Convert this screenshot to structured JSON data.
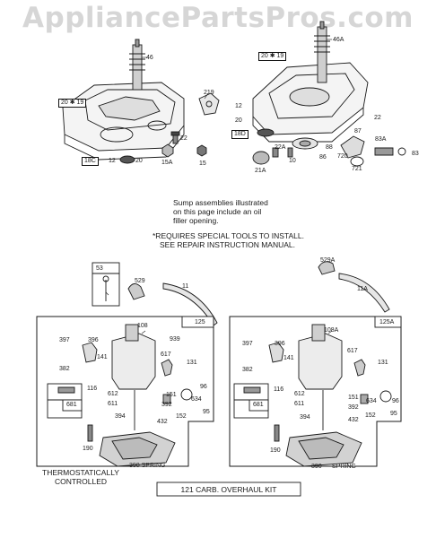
{
  "watermark": "AppliancePartsPros.com",
  "notes": {
    "sump_lines": [
      "Sump assemblies illustrated",
      "on this page include an oil",
      "filler opening."
    ],
    "requires_lines": [
      "*REQUIRES SPECIAL TOOLS TO INSTALL.",
      "SEE REPAIR INSTRUCTION MANUAL."
    ],
    "thermo_lines": [
      "THERMOSTATICALLY",
      "CONTROLLED"
    ],
    "kit": "121 CARB. OVERHAUL KIT"
  },
  "labels": {
    "l46": "46",
    "l20_19a": "20 ✱ 19",
    "l219": "219",
    "l22a": "22",
    "l18c": "18C",
    "l12a": "12",
    "l20a": "20",
    "l15a": "15A",
    "l15": "15",
    "l46a": "46A",
    "l20_19b": "20 ✱ 19",
    "l12b": "12",
    "l20b": "20",
    "l18d": "18D",
    "l22b": "22",
    "l87": "87",
    "l83a": "83A",
    "l88": "88",
    "l86": "86",
    "l22a2": "22A",
    "l10": "10",
    "l720": "720",
    "l83": "83",
    "l721": "721",
    "l21a": "21A",
    "l53": "53",
    "l529": "529",
    "l11": "11",
    "l529a": "529A",
    "l11a": "11A",
    "l125": "125",
    "l108": "108",
    "l397": "397",
    "l396": "396",
    "l939": "939",
    "l617": "617",
    "l382": "382",
    "l141": "141",
    "l131": "131",
    "l116": "116",
    "l681": "681",
    "l612": "612",
    "l611": "611",
    "l151": "151",
    "l392": "392",
    "l634": "634",
    "l96": "96",
    "l95": "95",
    "l394": "394",
    "l432": "432",
    "l152": "152",
    "l190": "190",
    "l390s": "390 SPRING",
    "l125a": "125A",
    "l108a": "108A",
    "l397b": "397",
    "l396b": "396",
    "l617b": "617",
    "l382b": "382",
    "l141b": "141",
    "l131b": "131",
    "l116b": "116",
    "l681b": "681",
    "l612b": "612",
    "l611b": "611",
    "l151b": "151",
    "l392b": "392",
    "l634b": "634",
    "l96b": "96",
    "l95b": "95",
    "l394b": "394",
    "l432b": "432",
    "l152b": "152",
    "l190b": "190",
    "l390b": "390",
    "l_spring": "SPRING"
  }
}
